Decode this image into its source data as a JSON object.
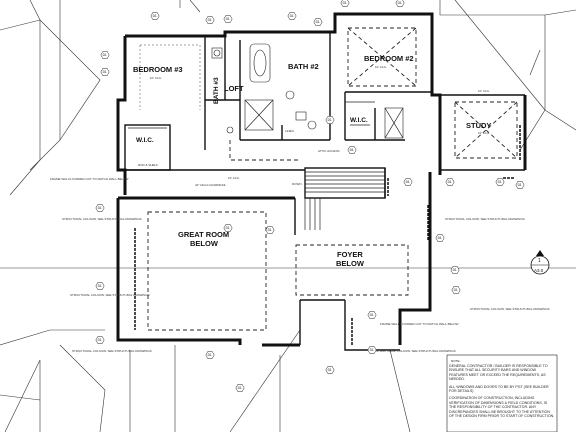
{
  "rooms": {
    "bedroom3": "BEDROOM #3",
    "bath3": "BATH #3",
    "bath2": "BATH #2",
    "bedroom2": "BEDROOM #2",
    "wic_left": "W.I.C.",
    "wic_right": "W.I.C.",
    "loft": "LOFT",
    "study": "STUDY",
    "great_room_1": "GREAT ROOM",
    "great_room_2": "BELOW",
    "foyer_1": "FOYER",
    "foyer_2": "BELOW"
  },
  "labels": {
    "clg": "10' CLG.",
    "down": "DOWN",
    "arrow_tag_top": "1",
    "arrow_tag_bottom": "A3.0",
    "structural_column": "STRUCTURAL COLUMN, SEE STRUCTURAL DRAWINGS",
    "frame_walls": "FRAME WALLS FURRED OUT TO MATCH WALL BELOW",
    "guardrail": "42\" HIGH GUARDRAIL",
    "linen": "LINEN",
    "rod_shelf": "ROD & SHELF",
    "attic": "ATTIC ACCESS"
  },
  "notes": {
    "note_head": "NOTE:",
    "note_1": "GENERAL CONTRACTOR / BUILDER IS RESPONSIBLE TO ENSURE THAT ALL SECURITY BARS AND WINDOW FEATURES MEET OR EXCEED THE REQUIREMENTS, AS NEEDED.",
    "note_2": "ALL WINDOWS AND DOORS TO BE BY PGT (SEE BUILDER FOR DETAILS)",
    "note_3": "COORDINATION OF CONSTRUCTION, INCLUDING VERIFICATION OF DIMENSIONS & FIELD CONDITIONS, IS THE RESPONSIBILITY OF THE CONTRACTOR. ANY DISCREPANCIES SHALL BE BROUGHT TO THE ATTENTION OF THE DESIGN FIRM PRIOR TO START OF CONSTRUCTION."
  },
  "hex_tags": [
    "D1",
    "D1",
    "D1",
    "D1",
    "D1",
    "D1",
    "D1",
    "D1",
    "D1",
    "D1",
    "D1",
    "D1",
    "D1",
    "D1",
    "D1",
    "D1",
    "D1",
    "D1",
    "D1",
    "D1",
    "D1",
    "D1",
    "D1",
    "D1",
    "D1",
    "D1",
    "D1",
    "D1"
  ]
}
